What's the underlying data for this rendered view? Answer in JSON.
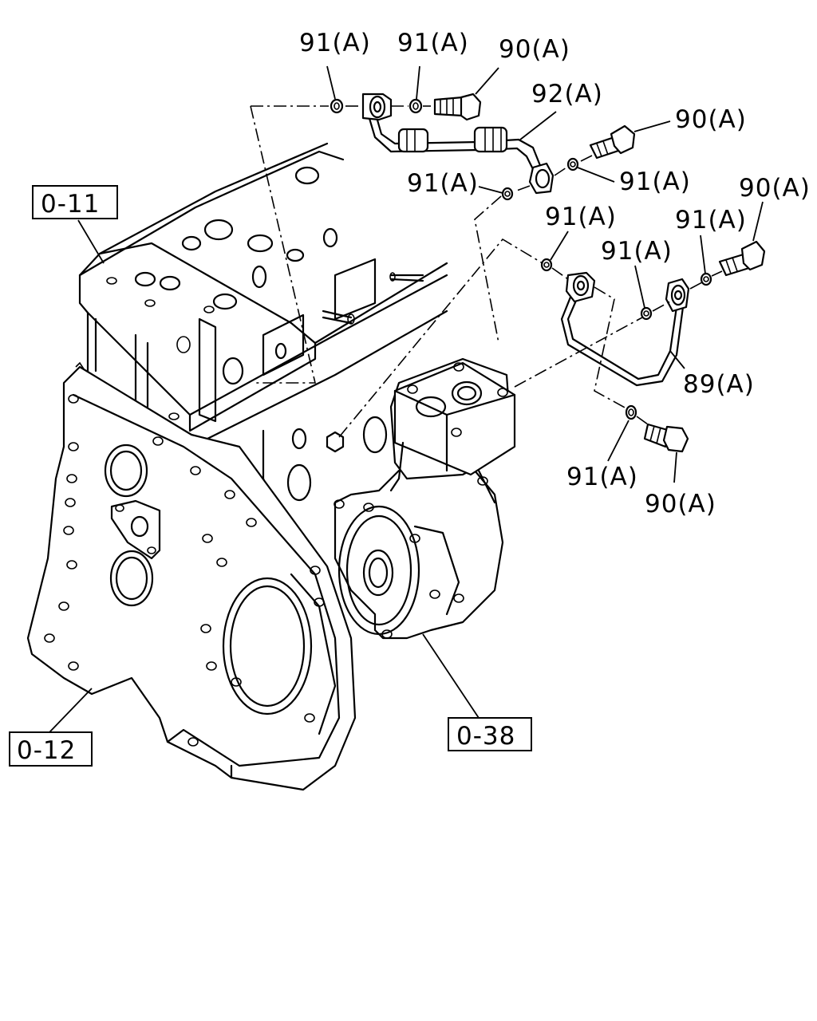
{
  "callouts": {
    "washer_91a": "91(A)",
    "bolt_90a": "90(A)",
    "pipe_92a": "92(A)",
    "pipe_89a": "89(A)"
  },
  "references": {
    "cylinder_head": "0-11",
    "timing_case": "0-12",
    "compressor": "0-38"
  }
}
